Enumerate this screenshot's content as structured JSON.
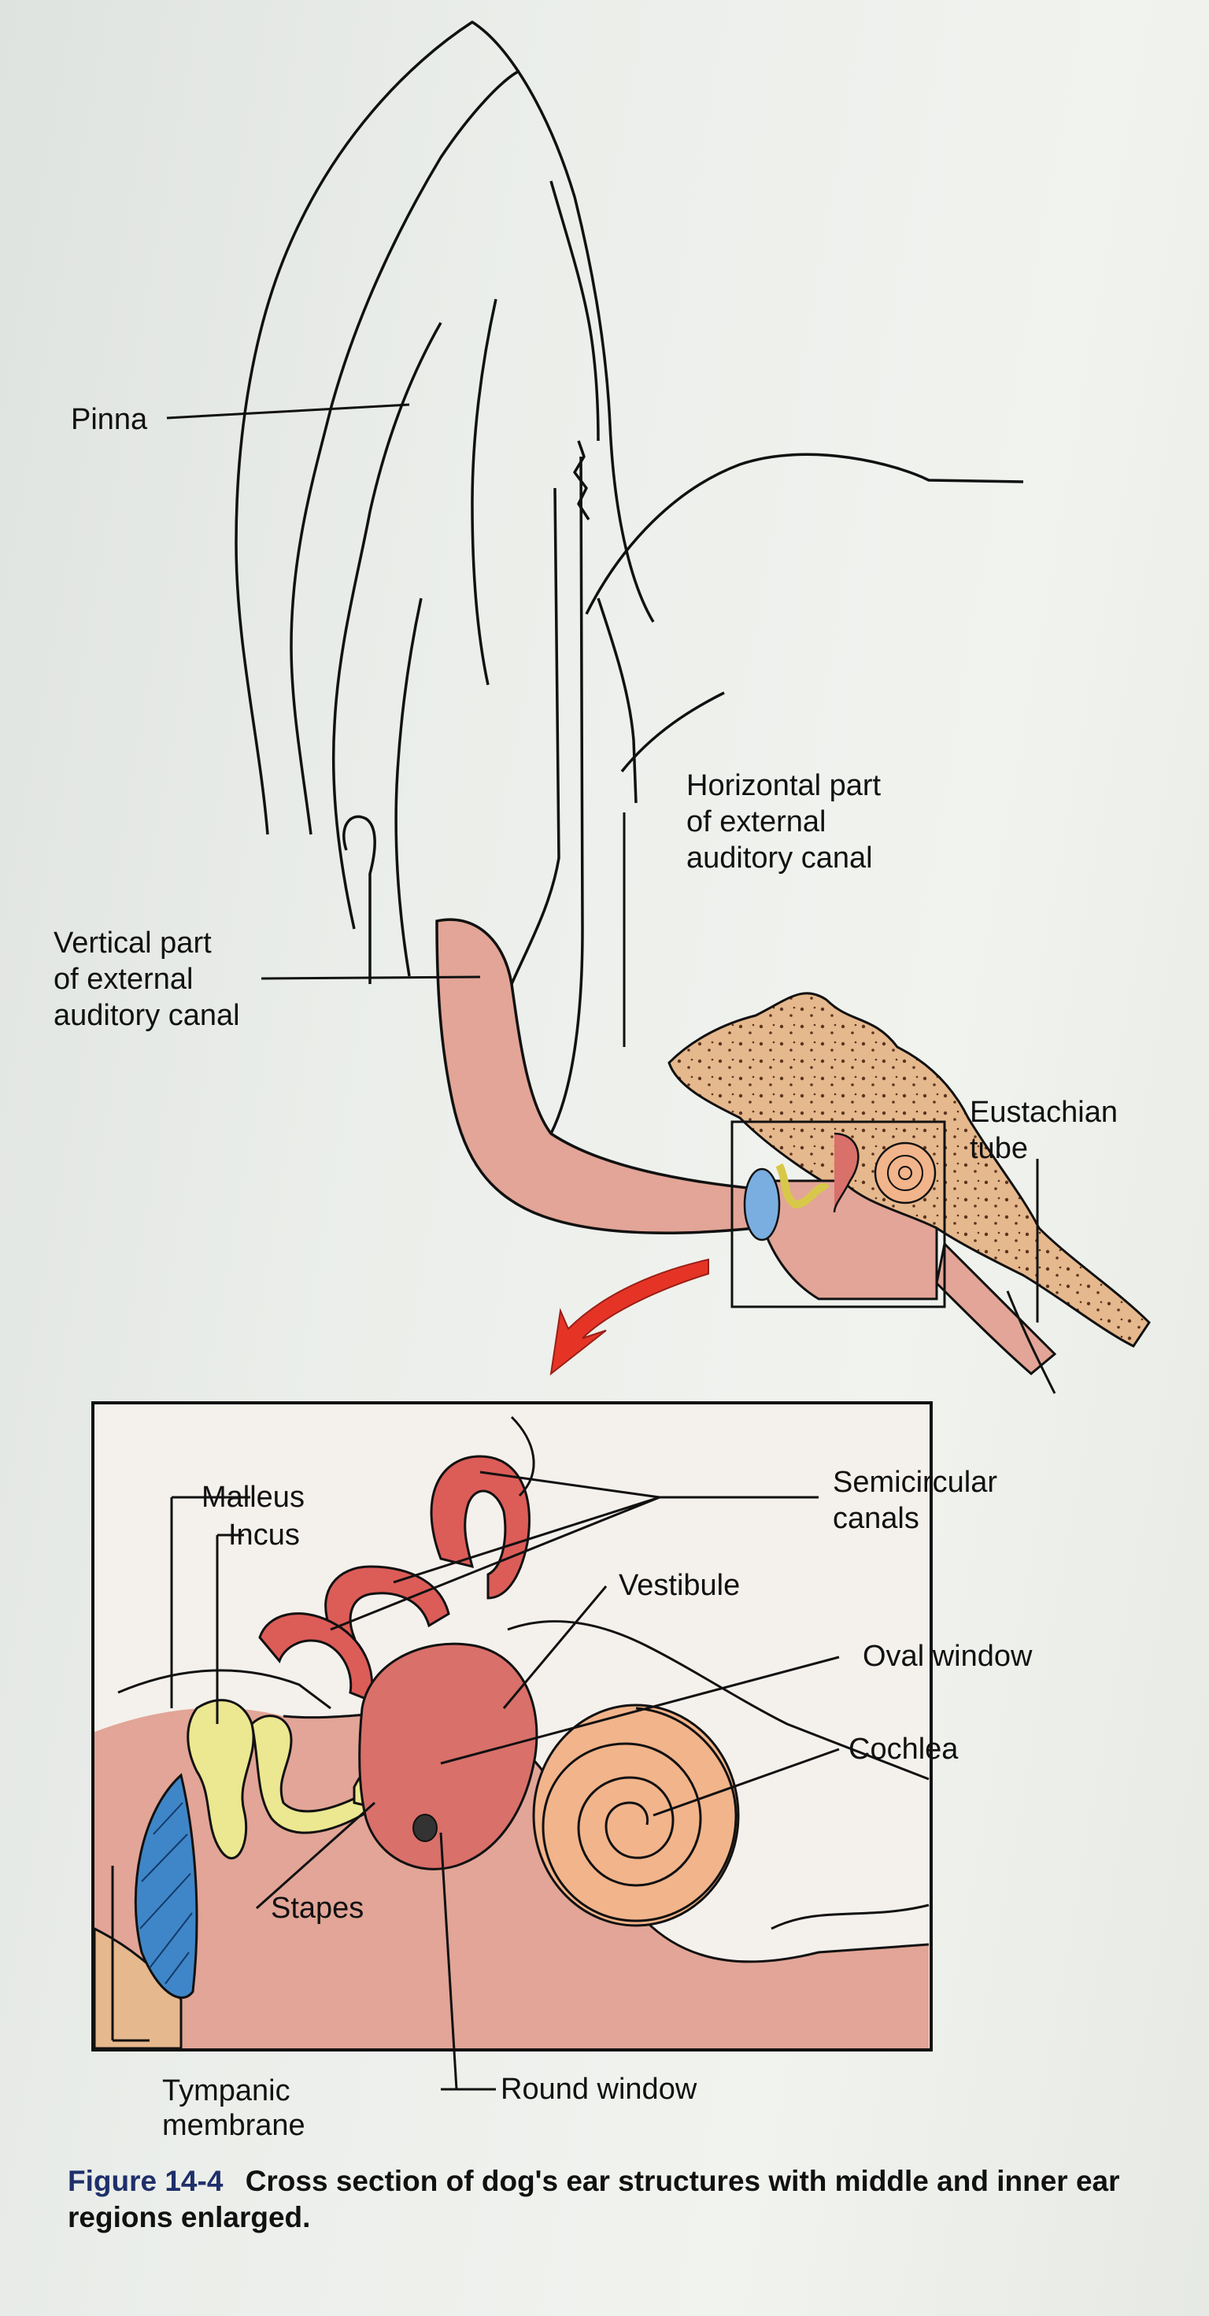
{
  "labels": {
    "pinna": "Pinna",
    "horizontal_canal": "Horizontal part\nof external\nauditory canal",
    "vertical_canal": "Vertical part\nof external\nauditory canal",
    "eustachian_tube": "Eustachian\ntube",
    "malleus": "Malleus",
    "incus": "Incus",
    "semicircular_canals": "Semicircular\ncanals",
    "vestibule": "Vestibule",
    "oval_window": "Oval window",
    "cochlea": "Cochlea",
    "stapes": "Stapes",
    "tympanic_membrane": "Tympanic\nmembrane",
    "round_window": "Round window"
  },
  "caption": {
    "figure_number": "Figure 14-4",
    "text": "Cross section of dog's ear structures with middle and inner ear regions enlarged."
  },
  "colors": {
    "canal_pink": "#e2a597",
    "bone_tan": "#e6b88d",
    "semicircular_red": "#dc5c58",
    "vestibule_red": "#d9706a",
    "cochlea_peach": "#f2b48b",
    "ossicle_yellow": "#ece791",
    "tympanic_blue": "#3f86c8",
    "arrow_red": "#e53426",
    "caption_blue": "#1f2f6a"
  }
}
